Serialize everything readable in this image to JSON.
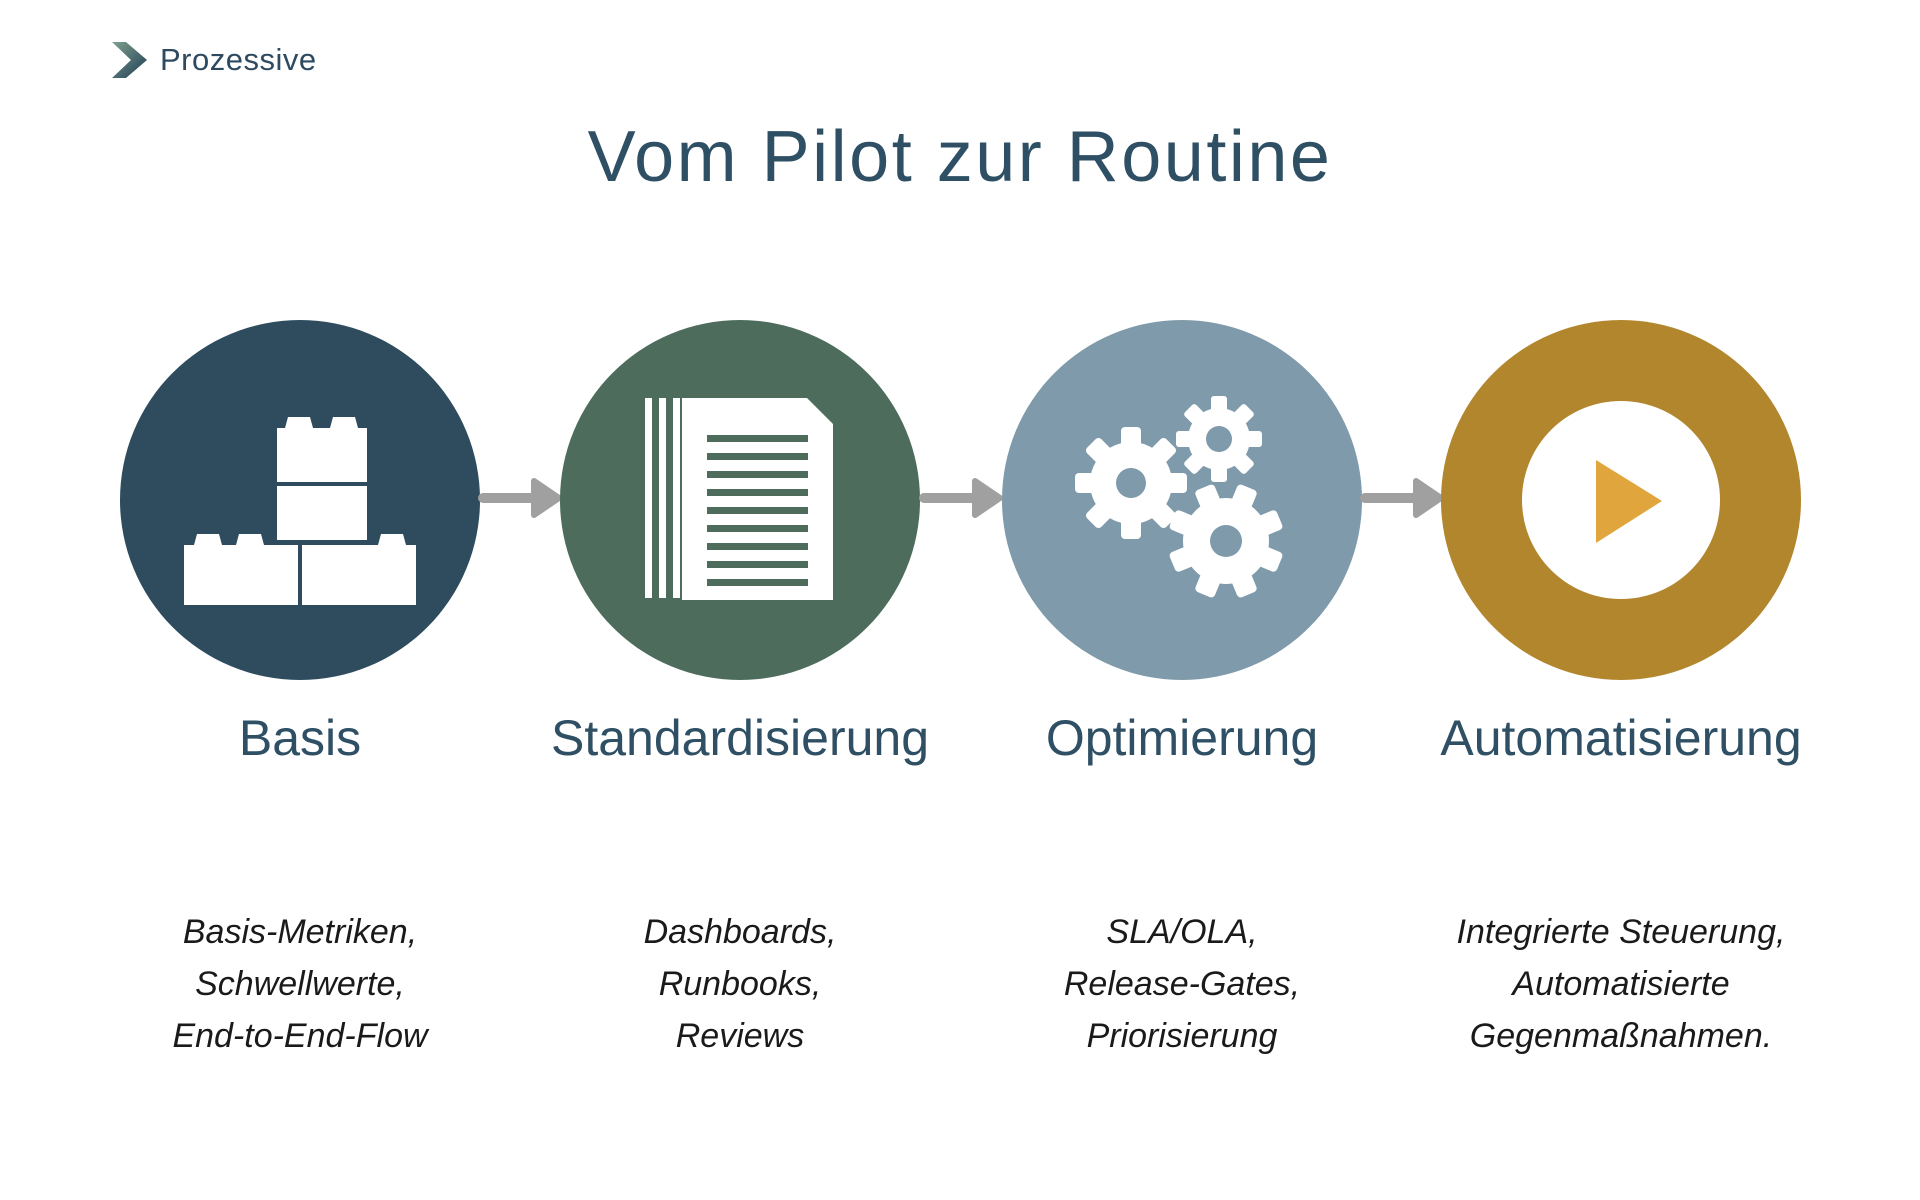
{
  "logo": {
    "text": "Prozessive",
    "text_color": "#2E4A60",
    "chevron_gradient_from": "#7FA08D",
    "chevron_gradient_to": "#1F3C55"
  },
  "title": {
    "text": "Vom Pilot zur Routine",
    "color": "#2E4F64"
  },
  "flow": {
    "arrow_color": "#A0A0A0"
  },
  "text_colors": {
    "label": "#2E4F64",
    "description": "#1A1A1A"
  },
  "stages": [
    {
      "label": "Basis",
      "icon": "lego-bricks-icon",
      "circle_color": "#2F4C5E",
      "icon_color": "#FFFFFF",
      "description_lines": [
        "Basis-Metriken,",
        "Schwellwerte,",
        "End-to-End-Flow"
      ]
    },
    {
      "label": "Standardisierung",
      "icon": "documents-icon",
      "circle_color": "#4D6C5C",
      "icon_color": "#FFFFFF",
      "description_lines": [
        "Dashboards,",
        "Runbooks,",
        "Reviews"
      ]
    },
    {
      "label": "Optimierung",
      "icon": "gears-icon",
      "circle_color": "#7F9AAB",
      "icon_color": "#FFFFFF",
      "description_lines": [
        "SLA/OLA,",
        "Release-Gates,",
        "Priorisierung"
      ]
    },
    {
      "label": "Automatisierung",
      "icon": "play-icon",
      "circle_color": "#B2862D",
      "icon_color": "#FFFFFF",
      "inner_circle_color": "#FFFFFF",
      "play_color": "#E0A63D",
      "description_lines": [
        "Integrierte Steuerung,",
        "Automatisierte",
        "Gegenmaßnahmen."
      ]
    }
  ]
}
